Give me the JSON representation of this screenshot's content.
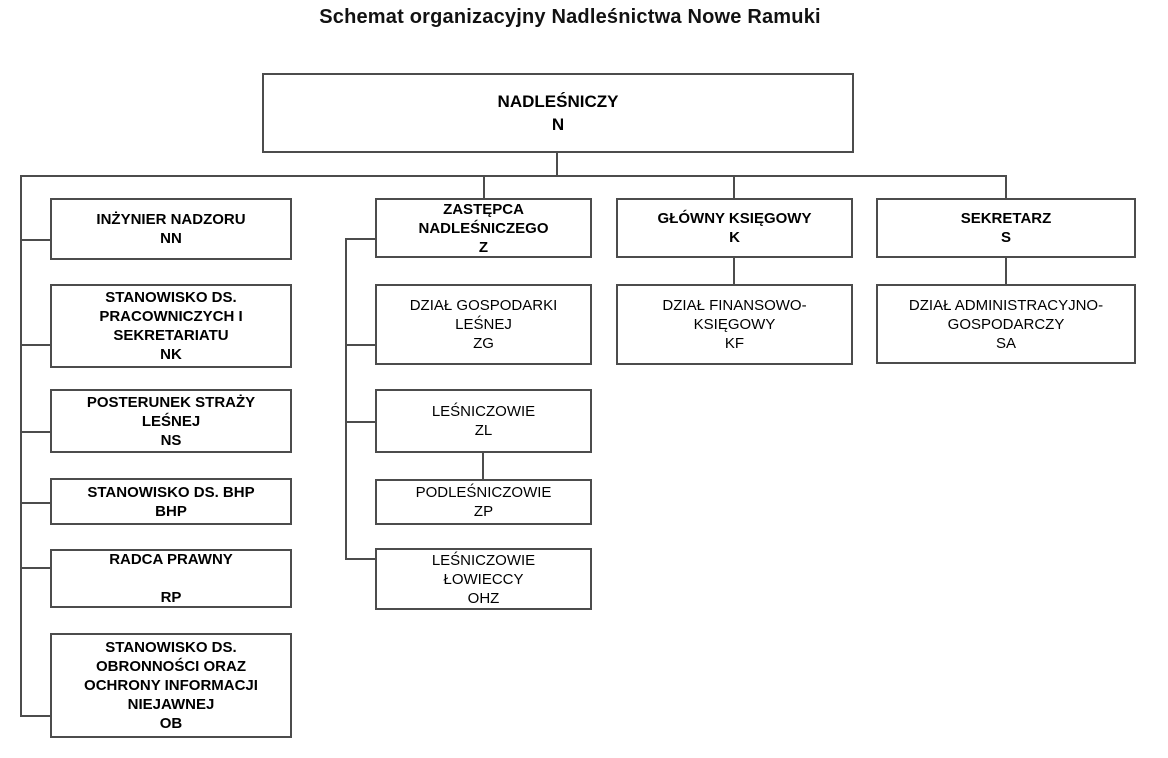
{
  "title": "Schemat organizacyjny Nadleśnictwa Nowe Ramuki",
  "colors": {
    "line": "#4c4c4c",
    "text": "#000000",
    "background": "#ffffff"
  },
  "nodes": {
    "n": {
      "text": "NADLEŚNICZY\nN"
    },
    "nn": {
      "text": "INŻYNIER NADZORU\nNN"
    },
    "nk": {
      "text": "STANOWISKO DS.\nPRACOWNICZYCH I\nSEKRETARIATU\nNK"
    },
    "ns": {
      "text": "POSTERUNEK STRAŻY\nLEŚNEJ\nNS"
    },
    "bhp": {
      "text": "STANOWISKO DS. BHP\nBHP"
    },
    "rp": {
      "text": "RADCA PRAWNY\n\nRP"
    },
    "ob": {
      "text": "STANOWISKO DS.\nOBRONNOŚCI ORAZ\nOCHRONY INFORMACJI\nNIEJAWNEJ\nOB"
    },
    "z": {
      "text": "ZASTĘPCA\nNADLEŚNICZEGO\nZ"
    },
    "zg": {
      "text": "DZIAŁ GOSPODARKI\nLEŚNEJ\nZG"
    },
    "zl": {
      "text": "LEŚNICZOWIE\nZL"
    },
    "zp": {
      "text": "PODLEŚNICZOWIE\nZP"
    },
    "ohz": {
      "text": "LEŚNICZOWIE\nŁOWIECCY\nOHZ"
    },
    "k": {
      "text": "GŁÓWNY KSIĘGOWY\nK"
    },
    "kf": {
      "text": "DZIAŁ FINANSOWO-\nKSIĘGOWY\nKF"
    },
    "s": {
      "text": "SEKRETARZ\nS"
    },
    "sa": {
      "text": "DZIAŁ ADMINISTRACYJNO-\nGOSPODARCZY\nSA"
    }
  }
}
